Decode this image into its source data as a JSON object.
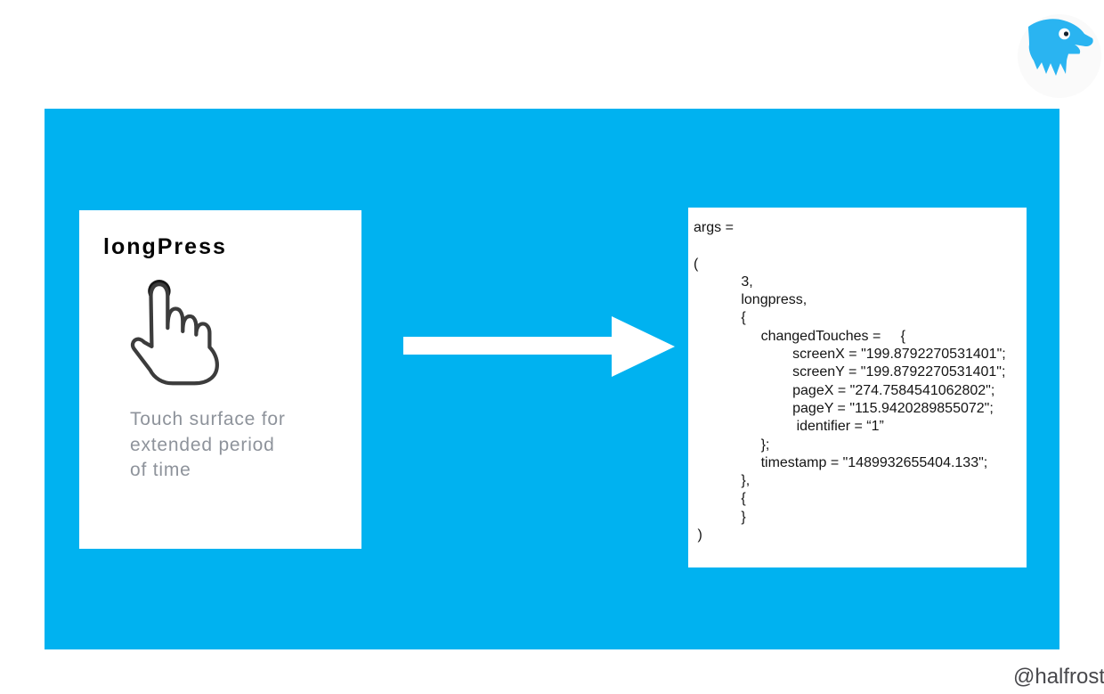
{
  "page": {
    "credit": "@halfrost"
  },
  "logo": {
    "icon": "halfrost-eagle-icon"
  },
  "colors": {
    "canvas_blue": "#00b2f0",
    "bird_blue": "#2ab4f1",
    "logo_circle": "#fafafa",
    "arrow_white": "#ffffff",
    "title_black": "#050505",
    "caption_gray": "#8e939b",
    "code_black": "#141414",
    "credit_gray": "#48484c",
    "hand_outline": "#3c3c3c",
    "touch_dot": "#161616"
  },
  "left_card": {
    "title": "longPress",
    "icon": "long-press-hand-icon",
    "caption": "Touch surface for\nextended period\nof time"
  },
  "right_card": {
    "code": "args =\n\n(\n            3,\n            longpress,\n            {\n                 changedTouches =     {\n                         screenX = \"199.8792270531401\";\n                         screenY = \"199.8792270531401\";\n                         pageX = \"274.7584541062802\";\n                         pageY = \"115.9420289855072\";\n                          identifier = “1”\n                 };\n                 timestamp = \"1489932655404.133\";\n            },\n            {\n            }\n )"
  }
}
